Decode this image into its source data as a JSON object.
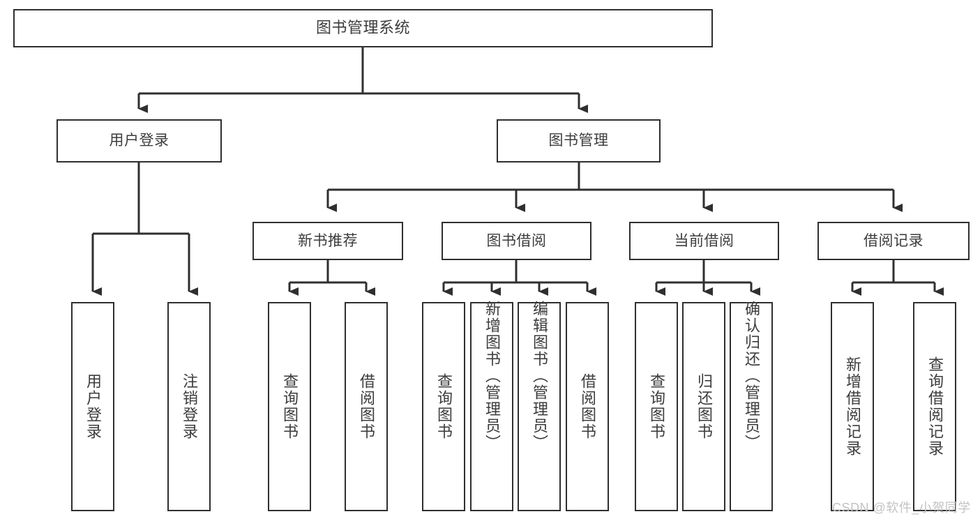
{
  "diagram": {
    "type": "tree-hierarchy",
    "title": "图书管理系统",
    "watermark": "CSDN @软件_小贺同学",
    "colors": {
      "box_border": "#2f2f2f",
      "box_fill": "#ffffff",
      "text": "#3c3c3c",
      "connector": "#2f2f2f",
      "watermark": "#c3c3c3",
      "background": "#ffffff"
    },
    "levels": {
      "root": {
        "label": "图书管理系统"
      },
      "level1": [
        {
          "id": "user-login",
          "label": "用户登录"
        },
        {
          "id": "book-management",
          "label": "图书管理"
        }
      ],
      "level2": [
        {
          "id": "new-book-recommend",
          "label": "新书推荐",
          "parent": "book-management"
        },
        {
          "id": "book-borrow",
          "label": "图书借阅",
          "parent": "book-management"
        },
        {
          "id": "current-borrow",
          "label": "当前借阅",
          "parent": "book-management"
        },
        {
          "id": "borrow-record",
          "label": "借阅记录",
          "parent": "book-management"
        }
      ],
      "leaves": {
        "user-login": [
          {
            "id": "leaf-user-login",
            "label": "用户登录"
          },
          {
            "id": "leaf-logout-login",
            "label": "注销登录"
          }
        ],
        "new-book-recommend": [
          {
            "id": "leaf-query-book-1",
            "label": "查询图书"
          },
          {
            "id": "leaf-borrow-book-1",
            "label": "借阅图书"
          }
        ],
        "book-borrow": [
          {
            "id": "leaf-query-book-2",
            "label": "查询图书"
          },
          {
            "id": "leaf-add-book",
            "label": "新增图书（管理员）"
          },
          {
            "id": "leaf-edit-book",
            "label": "编辑图书（管理员）"
          },
          {
            "id": "leaf-borrow-book-2",
            "label": "借阅图书"
          }
        ],
        "current-borrow": [
          {
            "id": "leaf-query-book-3",
            "label": "查询图书"
          },
          {
            "id": "leaf-return-book",
            "label": "归还图书"
          },
          {
            "id": "leaf-confirm-return",
            "label": "确认归还（管理员）"
          }
        ],
        "borrow-record": [
          {
            "id": "leaf-add-record",
            "label": "新增借阅记录"
          },
          {
            "id": "leaf-query-record",
            "label": "查询借阅记录"
          }
        ]
      }
    }
  }
}
